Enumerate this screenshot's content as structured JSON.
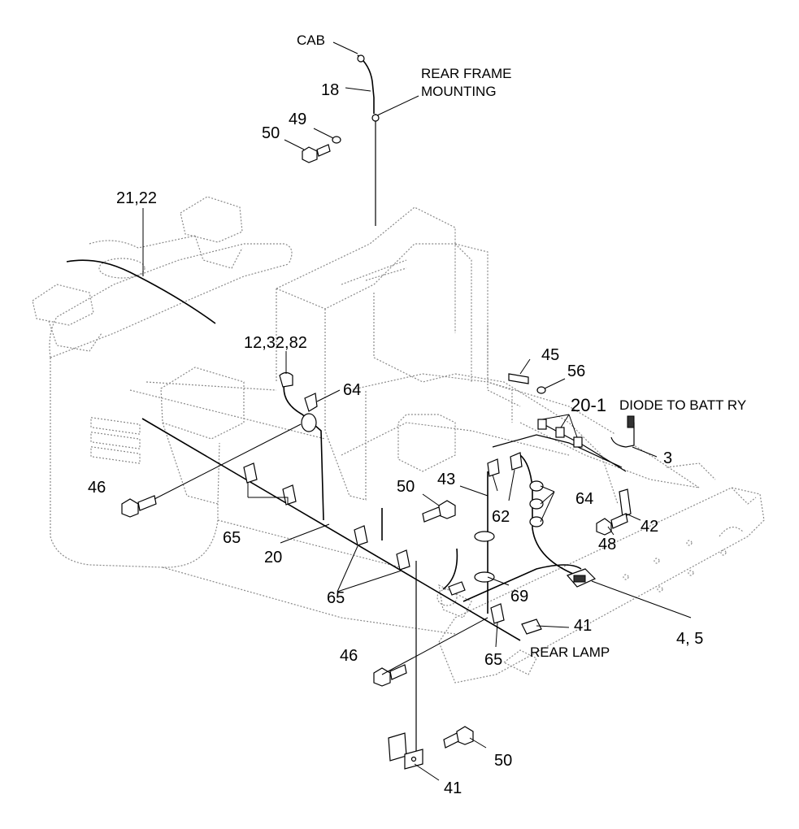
{
  "callouts": {
    "cab": "CAB",
    "c18": "18",
    "rear_frame_1": "REAR FRAME",
    "rear_frame_2": "MOUNTING",
    "c49": "49",
    "c50_top": "50",
    "c21_22": "21,22",
    "c12_32_82": "12,32,82",
    "c64_a": "64",
    "c45": "45",
    "c56": "56",
    "c20_1": "20-1",
    "diode": "DIODE TO BATT RY",
    "c3": "3",
    "c46_a": "46",
    "c65_a": "65",
    "c20": "20",
    "c50_mid": "50",
    "c43": "43",
    "c62": "62",
    "c64_b": "64",
    "c42": "42",
    "c48": "48",
    "c65_b": "65",
    "c69": "69",
    "c41_a": "41",
    "c4_5": "4, 5",
    "c46_b": "46",
    "c65_c": "65",
    "rear_lamp": "REAR LAMP",
    "c50_bot": "50",
    "c41_b": "41"
  }
}
